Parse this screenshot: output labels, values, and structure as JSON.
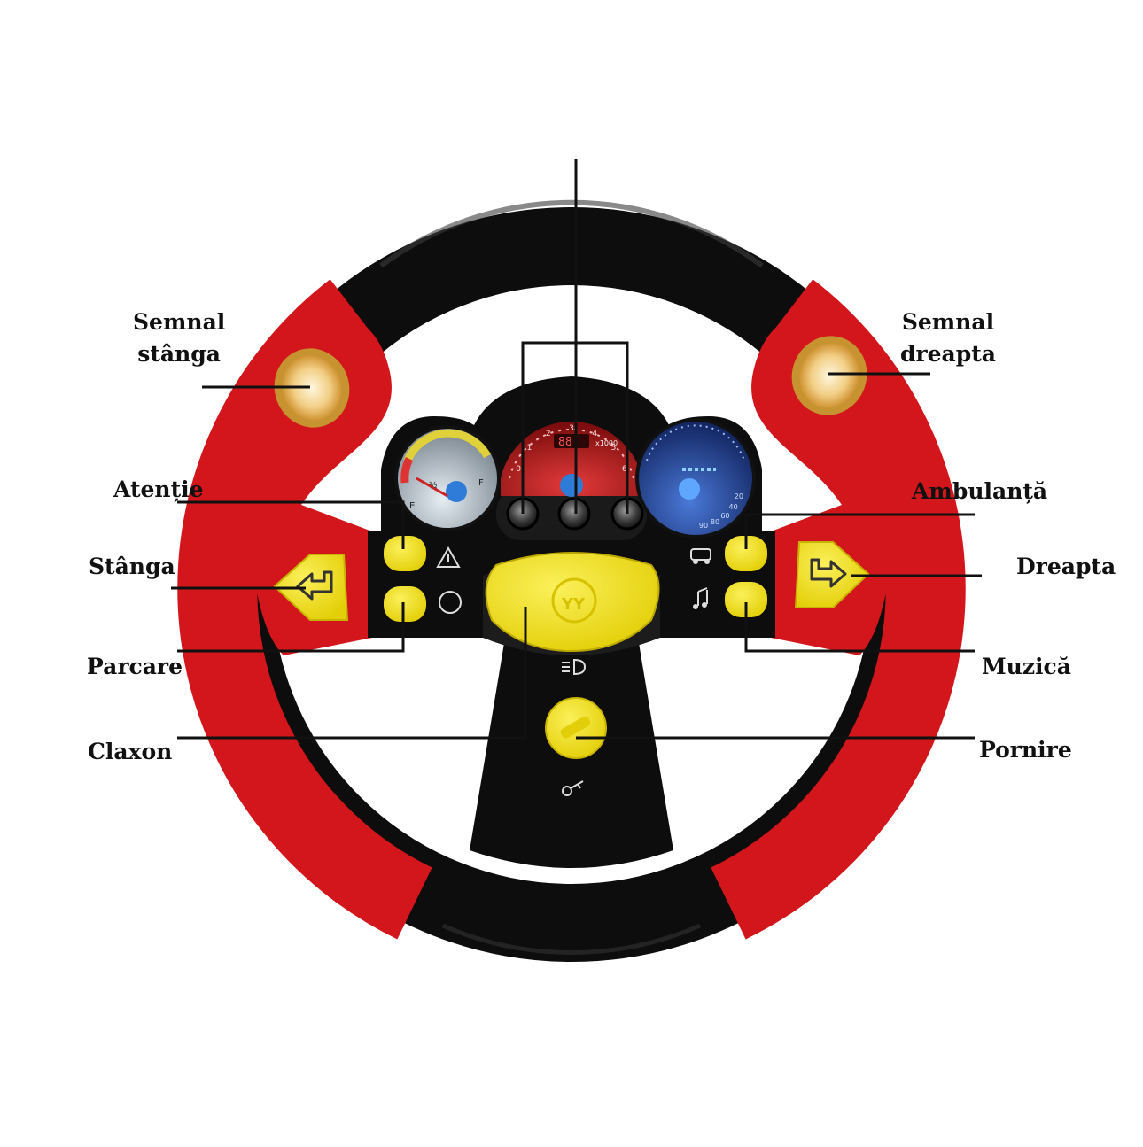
{
  "labels": {
    "semnal_stanga": [
      "Semnal",
      "stânga"
    ],
    "semnal_dreapta": [
      "Semnal",
      "dreapta"
    ],
    "atentie": "Atenție",
    "ambulanta": "Ambulanță",
    "stanga": "Stânga",
    "dreapta": "Dreapta",
    "parcare": "Parcare",
    "muzica": "Muzică",
    "claxon": "Claxon",
    "pornire": "Pornire"
  },
  "gauges": {
    "center_readout": "88",
    "center_unit": "x1000",
    "center_ticks": [
      "0",
      "1",
      "2",
      "3",
      "4",
      "5",
      "6"
    ],
    "left_ticks": [
      "E",
      "½",
      "F"
    ],
    "right_ticks": [
      "20",
      "40",
      "60",
      "80",
      "90"
    ]
  },
  "horn_logo": "YY",
  "icons": {
    "left_arrow": "turn-left-arrow-icon",
    "right_arrow": "turn-right-arrow-icon",
    "warning": "warning-triangle-icon",
    "stop": "stop-sign-icon",
    "ambulance": "ambulance-icon",
    "music": "music-note-icon",
    "headlight": "headlight-icon",
    "key": "key-icon"
  },
  "colors": {
    "rim_red": "#d2161b",
    "rim_black": "#0d0d0d",
    "button_yellow": "#f3e21b",
    "lamp_amber": "#f0c779"
  }
}
